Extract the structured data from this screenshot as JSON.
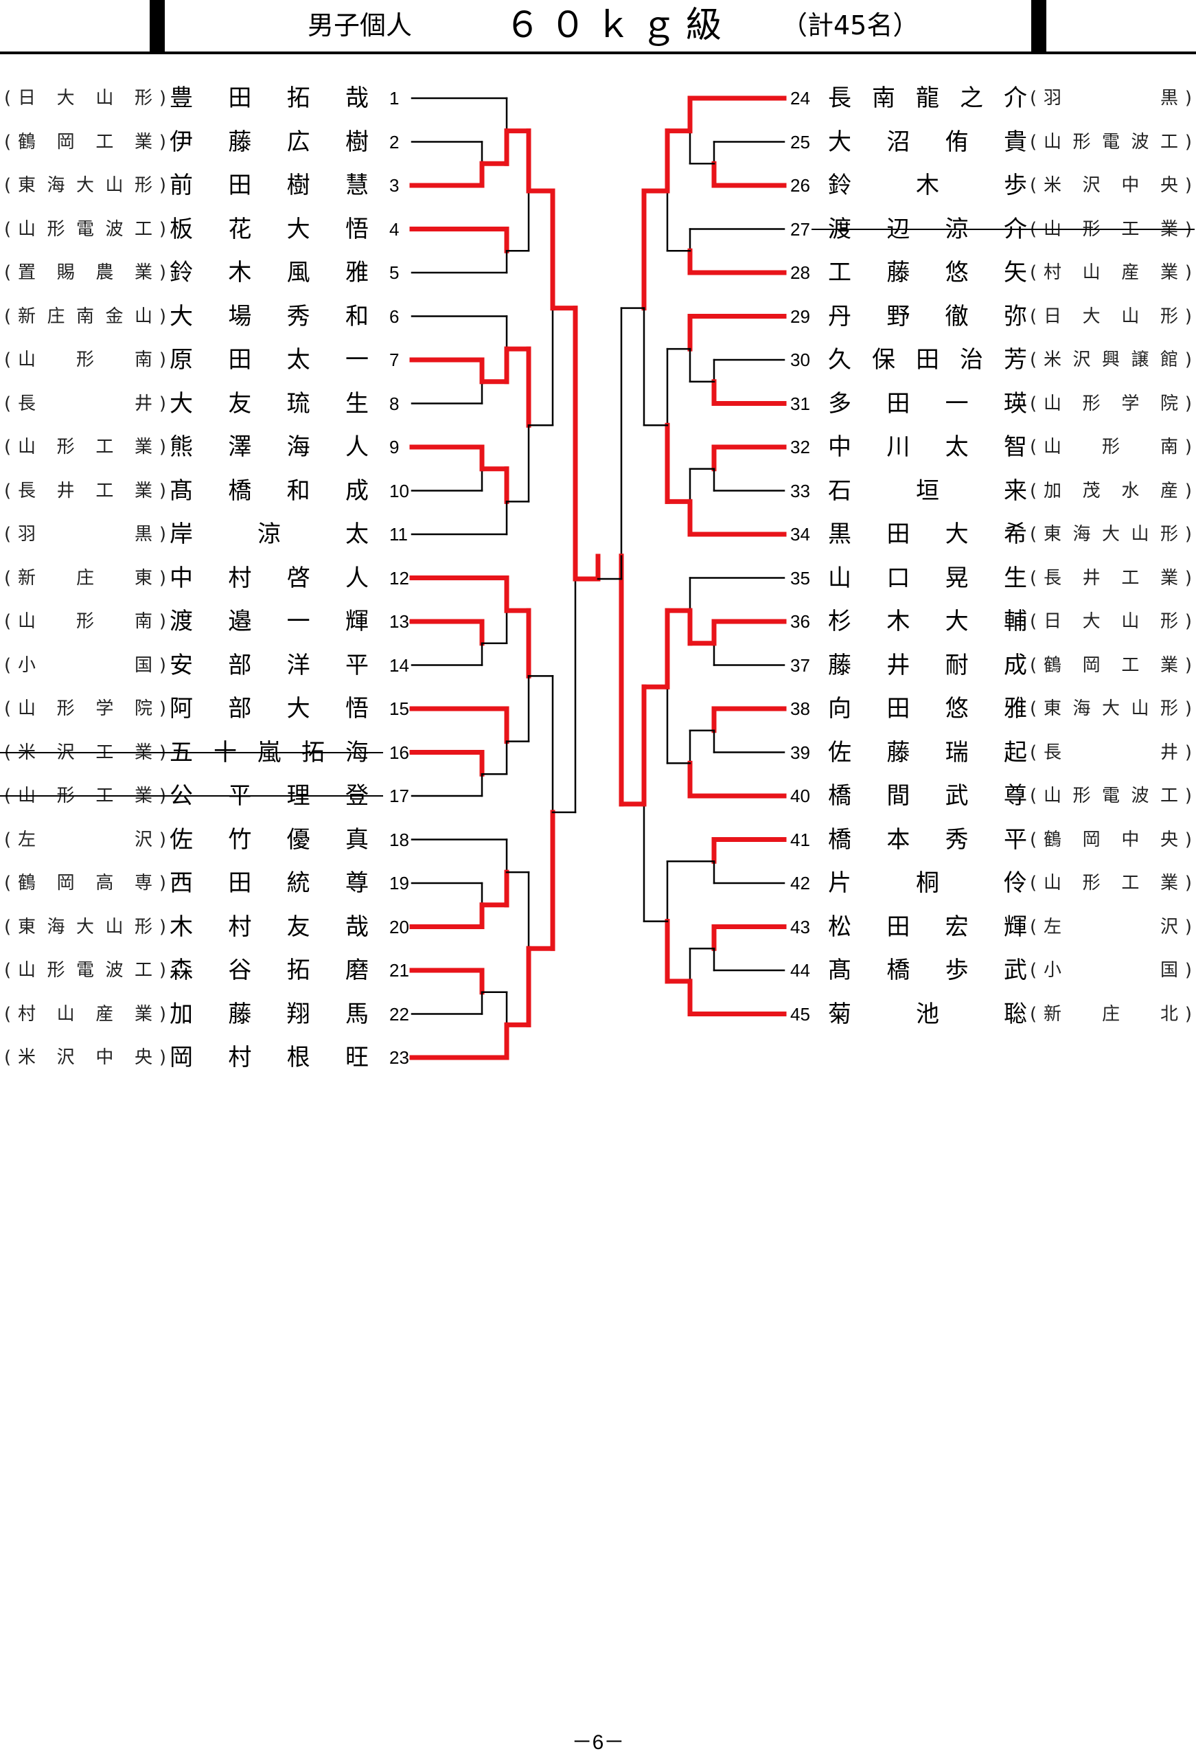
{
  "header": {
    "title": "男子個人",
    "weight_class": "６０ｋｇ級",
    "count": "（計45名）"
  },
  "colors": {
    "winner_line": "#e8141a",
    "line": "#000000"
  },
  "left_players": [
    {
      "no": "1",
      "school": "日大山形",
      "name": "豊田拓哉"
    },
    {
      "no": "2",
      "school": "鶴岡工業",
      "name": "伊藤広樹"
    },
    {
      "no": "3",
      "school": "東海大山形",
      "name": "前田樹慧"
    },
    {
      "no": "4",
      "school": "山形電波工",
      "name": "板花大悟"
    },
    {
      "no": "5",
      "school": "置賜農業",
      "name": "鈴木風雅"
    },
    {
      "no": "6",
      "school": "新庄南金山",
      "name": "大場秀和"
    },
    {
      "no": "7",
      "school": "山形南",
      "name": "原田太一"
    },
    {
      "no": "8",
      "school": "長井",
      "name": "大友琉生"
    },
    {
      "no": "9",
      "school": "山形工業",
      "name": "熊澤海人"
    },
    {
      "no": "10",
      "school": "長井工業",
      "name": "髙橋和成"
    },
    {
      "no": "11",
      "school": "羽黒",
      "name": "岸涼太"
    },
    {
      "no": "12",
      "school": "新庄東",
      "name": "中村啓人"
    },
    {
      "no": "13",
      "school": "山形南",
      "name": "渡邉一輝"
    },
    {
      "no": "14",
      "school": "小国",
      "name": "安部洋平"
    },
    {
      "no": "15",
      "school": "山形学院",
      "name": "阿部大悟"
    },
    {
      "no": "16",
      "school": "米沢工業",
      "name": "五十嵐拓海",
      "withdrawn": true
    },
    {
      "no": "17",
      "school": "山形工業",
      "name": "公平理登",
      "withdrawn": true
    },
    {
      "no": "18",
      "school": "左沢",
      "name": "佐竹優真"
    },
    {
      "no": "19",
      "school": "鶴岡高専",
      "name": "西田統尊"
    },
    {
      "no": "20",
      "school": "東海大山形",
      "name": "木村友哉"
    },
    {
      "no": "21",
      "school": "山形電波工",
      "name": "森谷拓磨"
    },
    {
      "no": "22",
      "school": "村山産業",
      "name": "加藤翔馬"
    },
    {
      "no": "23",
      "school": "米沢中央",
      "name": "岡村根旺"
    }
  ],
  "right_players": [
    {
      "no": "24",
      "school": "羽黒",
      "name": "長南龍之介"
    },
    {
      "no": "25",
      "school": "山形電波工",
      "name": "大沼侑貴"
    },
    {
      "no": "26",
      "school": "米沢中央",
      "name": "鈴木歩"
    },
    {
      "no": "27",
      "school": "山形工業",
      "name": "渡辺涼介",
      "withdrawn": true
    },
    {
      "no": "28",
      "school": "村山産業",
      "name": "工藤悠矢"
    },
    {
      "no": "29",
      "school": "日大山形",
      "name": "丹野徹弥"
    },
    {
      "no": "30",
      "school": "米沢興譲館",
      "name": "久保田治芳"
    },
    {
      "no": "31",
      "school": "山形学院",
      "name": "多田一瑛"
    },
    {
      "no": "32",
      "school": "山形南",
      "name": "中川太智"
    },
    {
      "no": "33",
      "school": "加茂水産",
      "name": "石垣来"
    },
    {
      "no": "34",
      "school": "東海大山形",
      "name": "黒田大希"
    },
    {
      "no": "35",
      "school": "長井工業",
      "name": "山口晃生"
    },
    {
      "no": "36",
      "school": "日大山形",
      "name": "杉木大輔"
    },
    {
      "no": "37",
      "school": "鶴岡工業",
      "name": "藤井耐成"
    },
    {
      "no": "38",
      "school": "東海大山形",
      "name": "向田悠雅"
    },
    {
      "no": "39",
      "school": "長井",
      "name": "佐藤瑞起"
    },
    {
      "no": "40",
      "school": "山形電波工",
      "name": "橋間武尊"
    },
    {
      "no": "41",
      "school": "鶴岡中央",
      "name": "橋本秀平"
    },
    {
      "no": "42",
      "school": "山形工業",
      "name": "片桐伶"
    },
    {
      "no": "43",
      "school": "左沢",
      "name": "松田宏輝"
    },
    {
      "no": "44",
      "school": "小国",
      "name": "髙橋歩武"
    },
    {
      "no": "45",
      "school": "新庄北",
      "name": "菊池聡"
    }
  ],
  "footer": {
    "page": "－6－"
  }
}
